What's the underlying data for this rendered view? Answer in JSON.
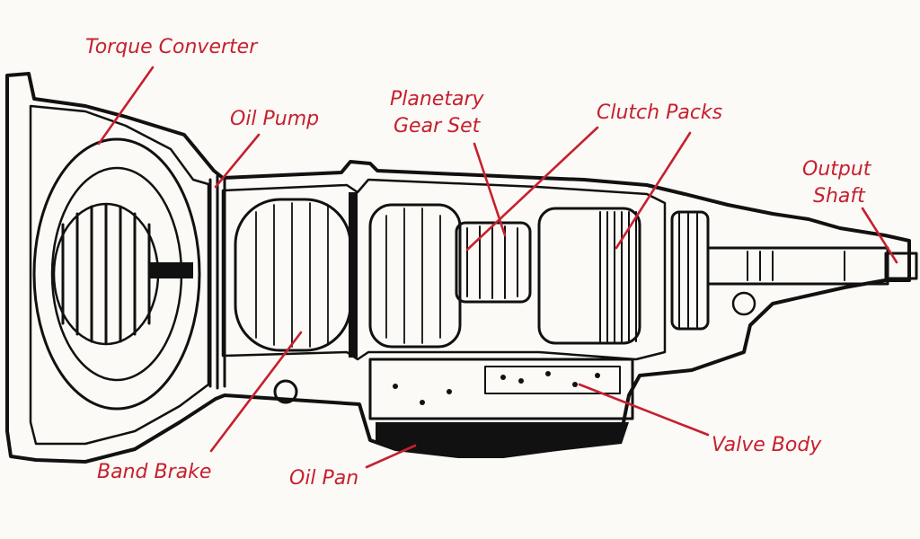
{
  "diagram": {
    "colors": {
      "background": "#fbfaf6",
      "casing": "#a9d9d2",
      "label": "#c6202f",
      "ink": "#111111"
    },
    "labels": {
      "torque_converter": "Torque Converter",
      "oil_pump": "Oil Pump",
      "planetary_line1": "Planetary",
      "planetary_line2": "Gear Set",
      "clutch_packs": "Clutch Packs",
      "output_line1": "Output",
      "output_line2": "Shaft",
      "valve_body": "Valve Body",
      "band_brake": "Band Brake",
      "oil_pan": "Oil Pan"
    }
  }
}
